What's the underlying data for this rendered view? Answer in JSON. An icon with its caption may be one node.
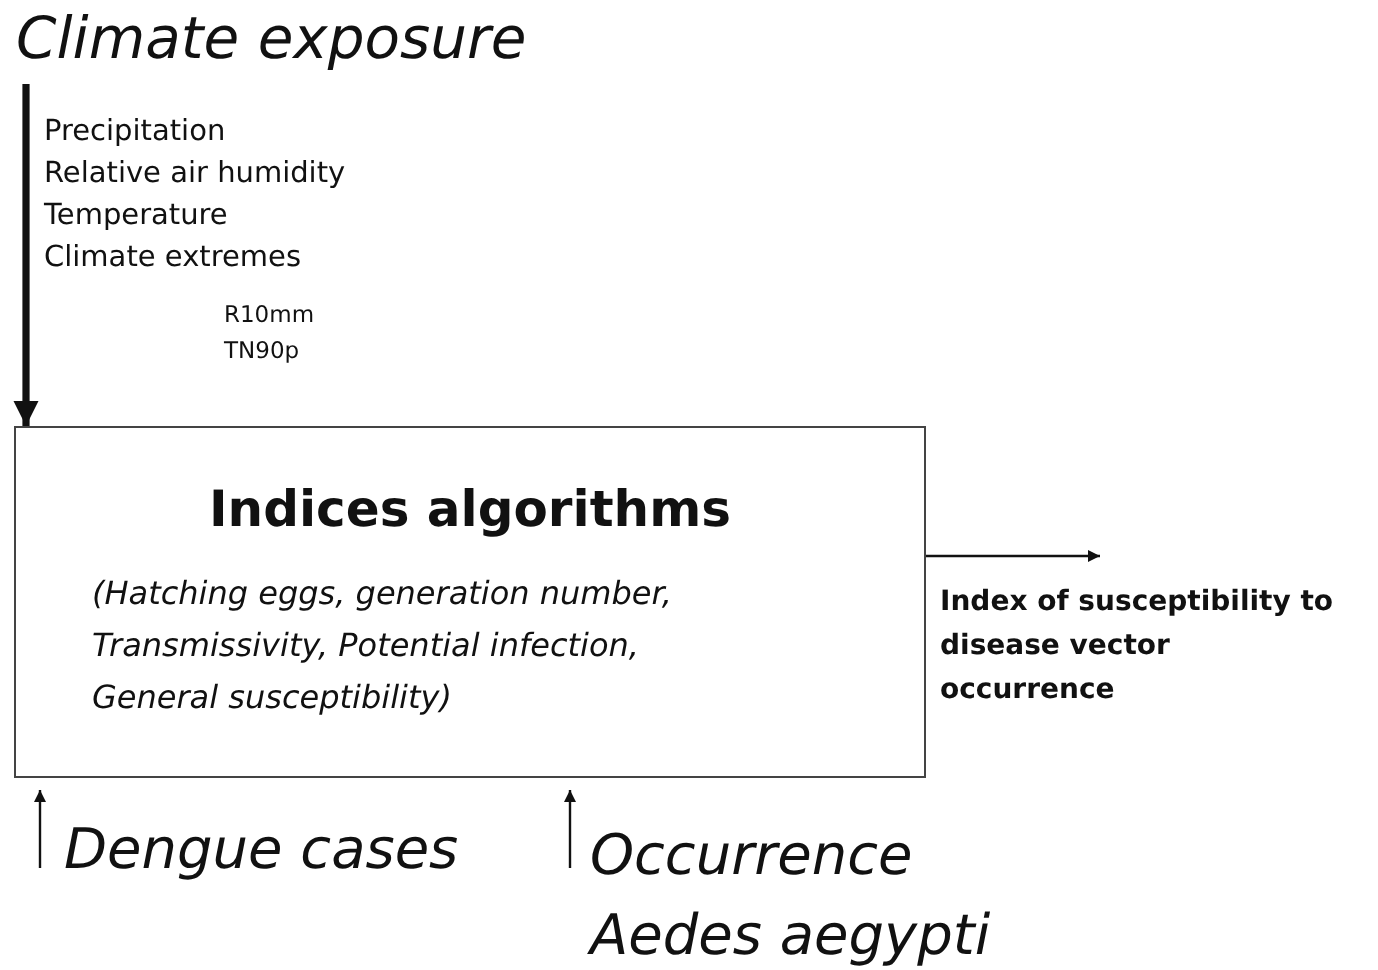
{
  "diagram": {
    "nodes": [
      {
        "text": [
          "Climate exposure"
        ]
      },
      {
        "text": [
          "Indices algorithms",
          "(Hatching eggs, generation number, Transmissivity, Potential infection, General susceptibility)"
        ]
      },
      {
        "text": [
          "Index of susceptibility to disease vector occurrence"
        ]
      },
      {
        "text": [
          "Dengue cases"
        ]
      },
      {
        "text": [
          "Occurrence Aedes aegypti"
        ]
      }
    ],
    "edges": [
      {
        "from": 0,
        "to": 1,
        "arrow": "to",
        "style": "thick"
      },
      {
        "from": 1,
        "to": 2,
        "arrow": "to"
      },
      {
        "from": 3,
        "to": 1,
        "arrow": "to"
      },
      {
        "from": 4,
        "to": 1,
        "arrow": "to"
      }
    ],
    "labels": [
      "Precipitation",
      "Relative air humidity",
      "Temperature",
      "Climate extremes",
      "R10mm",
      "TN90p"
    ]
  }
}
